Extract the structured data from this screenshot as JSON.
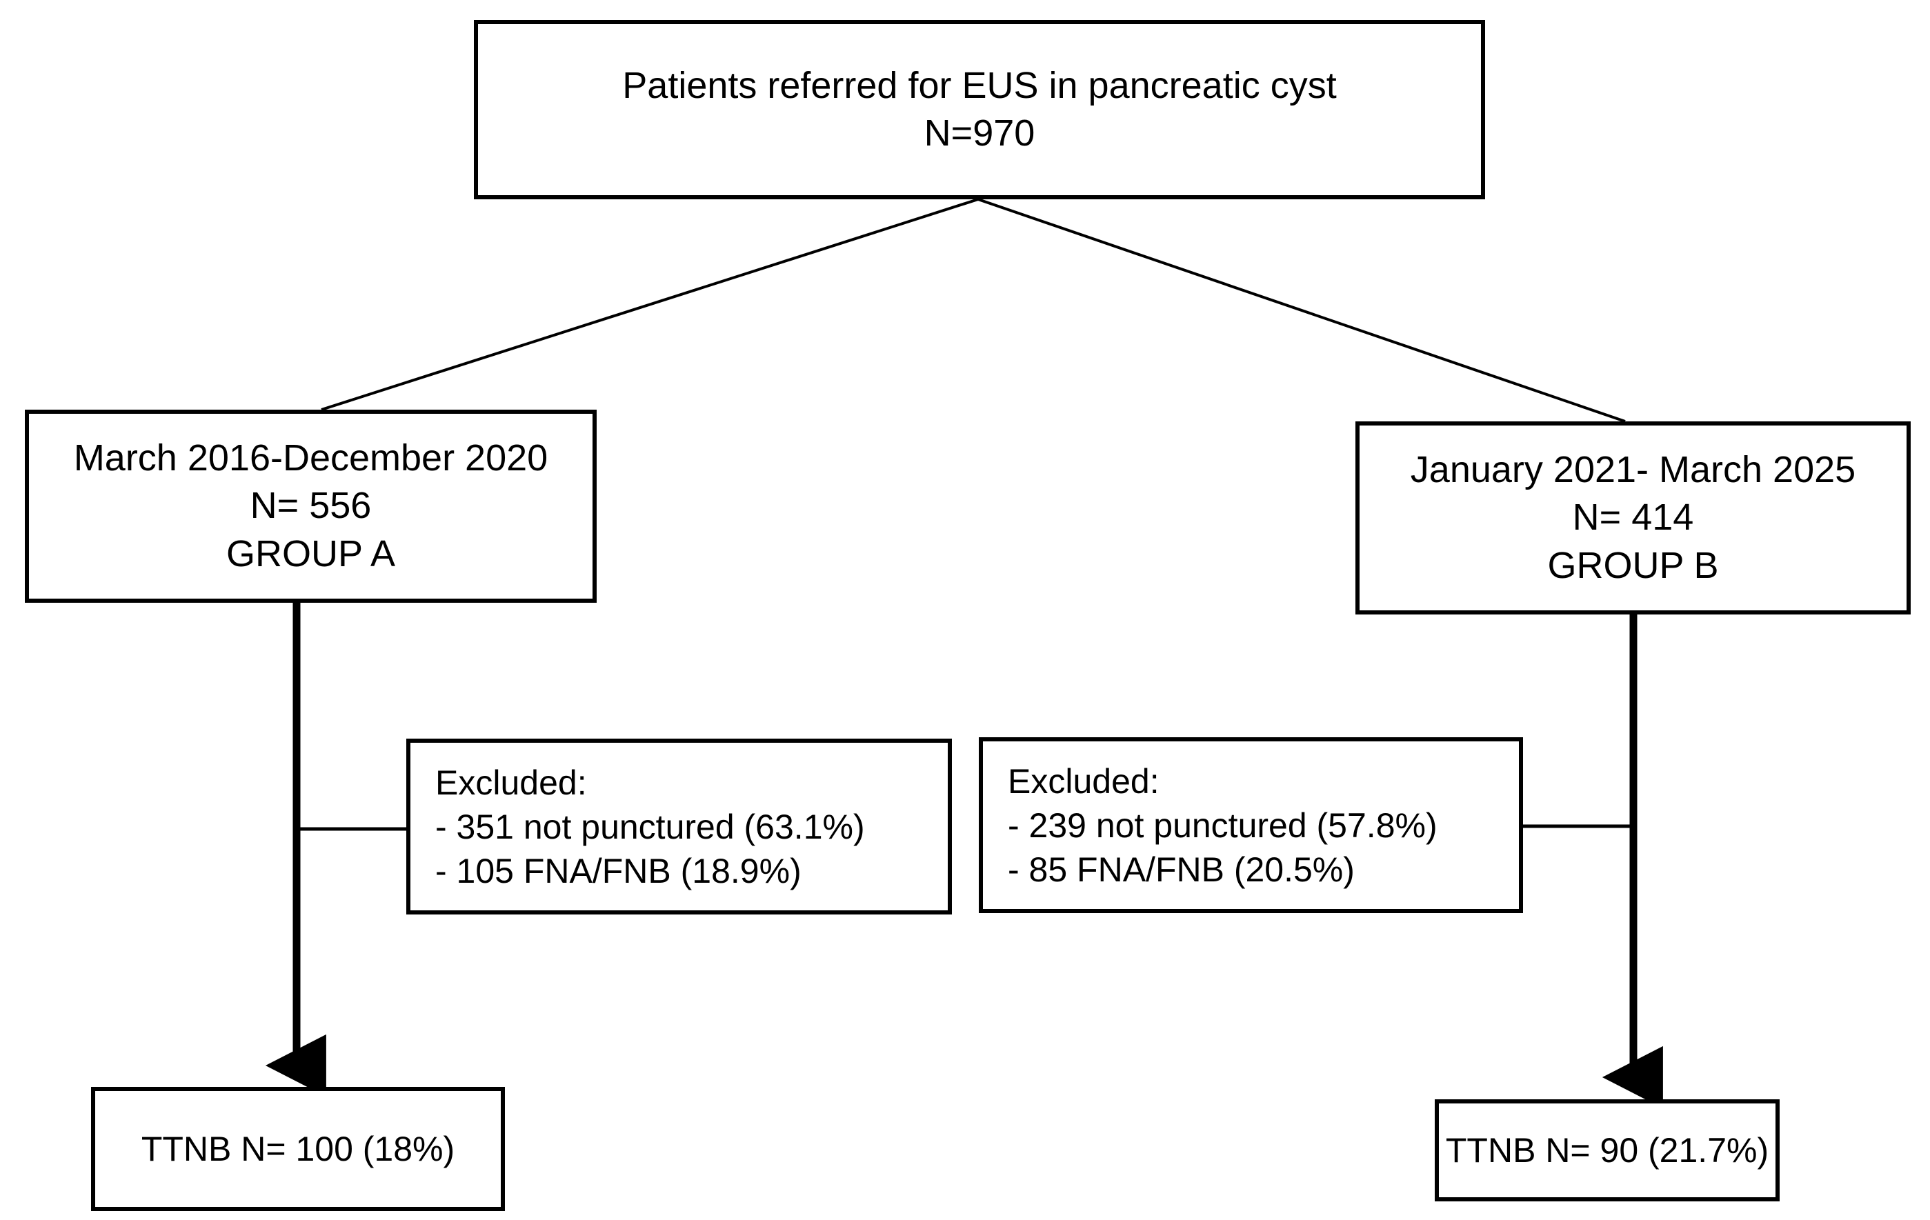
{
  "diagram": {
    "type": "patient-flow-chart",
    "title": "Patients referred for EUS in pancreatic cyst",
    "stroke_color": "#000000",
    "background_color": "#ffffff",
    "nodes": {
      "root": {
        "lines": [
          "Patients referred for EUS in pancreatic cyst",
          "N=970"
        ],
        "n": 970
      },
      "group_a": {
        "lines": [
          "March 2016-December 2020",
          "N= 556",
          "GROUP A"
        ],
        "period": "March 2016-December 2020",
        "n": 556,
        "group_label": "GROUP A"
      },
      "group_b": {
        "lines": [
          "January 2021- March 2025",
          "N= 414",
          "GROUP B"
        ],
        "period": "January 2021- March 2025",
        "n": 414,
        "group_label": "GROUP B"
      },
      "excluded_a": {
        "lines": [
          "Excluded:",
          "- 351 not punctured (63.1%)",
          "- 105 FNA/FNB (18.9%)"
        ],
        "heading": "Excluded:",
        "items": [
          {
            "label": "not punctured",
            "n": 351,
            "percent": "63.1%"
          },
          {
            "label": "FNA/FNB",
            "n": 105,
            "percent": "18.9%"
          }
        ]
      },
      "excluded_b": {
        "lines": [
          "Excluded:",
          "- 239 not punctured (57.8%)",
          "- 85 FNA/FNB (20.5%)"
        ],
        "heading": "Excluded:",
        "items": [
          {
            "label": "not punctured",
            "n": 239,
            "percent": "57.8%"
          },
          {
            "label": "FNA/FNB",
            "n": 85,
            "percent": "20.5%"
          }
        ]
      },
      "ttnb_a": {
        "lines": [
          "TTNB N= 100 (18%)"
        ],
        "n": 100,
        "percent": "18%"
      },
      "ttnb_b": {
        "lines": [
          "TTNB N= 90 (21.7%)"
        ],
        "n": 90,
        "percent": "21.7%"
      }
    }
  }
}
